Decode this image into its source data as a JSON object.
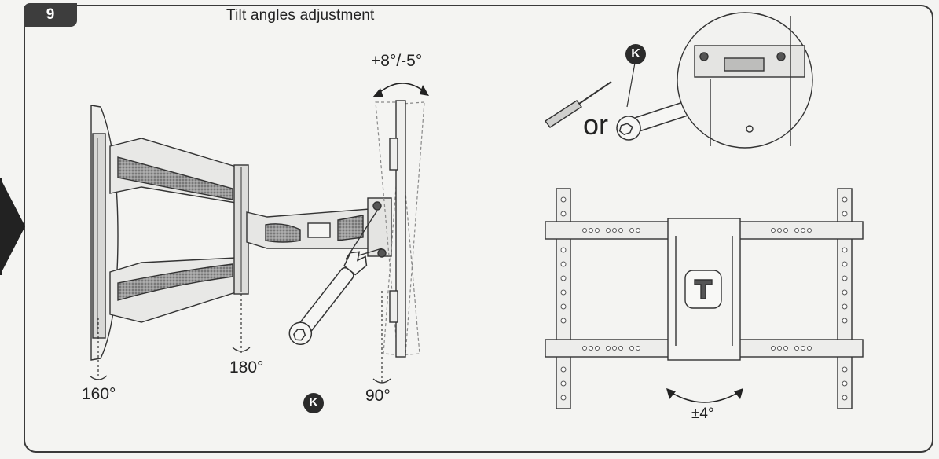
{
  "step": {
    "number": "9",
    "title": "Tilt angles adjustment"
  },
  "labels": {
    "tilt": "+8°/-5°",
    "rot_wall": "160°",
    "rot_mid": "180°",
    "rot_head": "90°",
    "or": "or",
    "level": "±4°"
  },
  "tool_badges": {
    "k_left": "K",
    "k_right": "K"
  }
}
